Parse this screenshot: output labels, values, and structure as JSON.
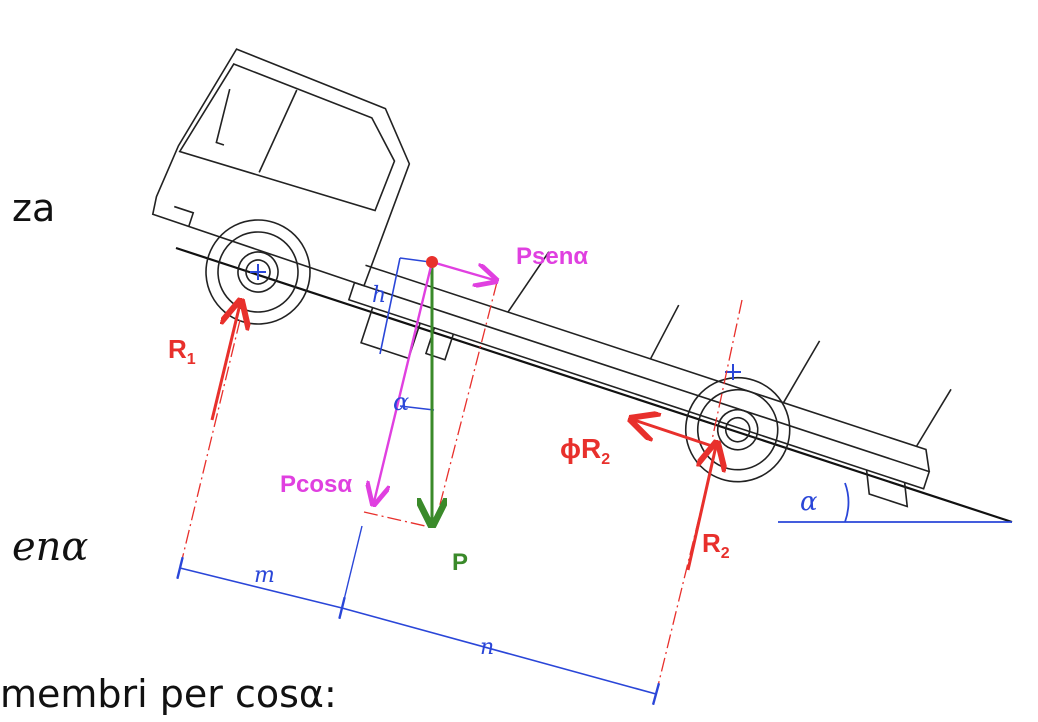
{
  "text_fragments": {
    "left_top": "za",
    "left_mid": "enα",
    "bottom": "membri per cosα:"
  },
  "labels": {
    "r1": {
      "main": "R",
      "sub": "1"
    },
    "r2": {
      "main": "R",
      "sub": "2"
    },
    "phi_r2": {
      "main": "ϕR",
      "sub": "2"
    },
    "p": "P",
    "psen": "Psenα",
    "pcos": "Pcosα",
    "alpha_center": "α",
    "alpha_slope": "α",
    "h": "h",
    "m": "m",
    "n": "n"
  },
  "colors": {
    "reaction": "#e8302c",
    "component": "#e040e0",
    "weight": "#3a8a2a",
    "dimension": "#2a46d8",
    "outline": "#222222"
  }
}
